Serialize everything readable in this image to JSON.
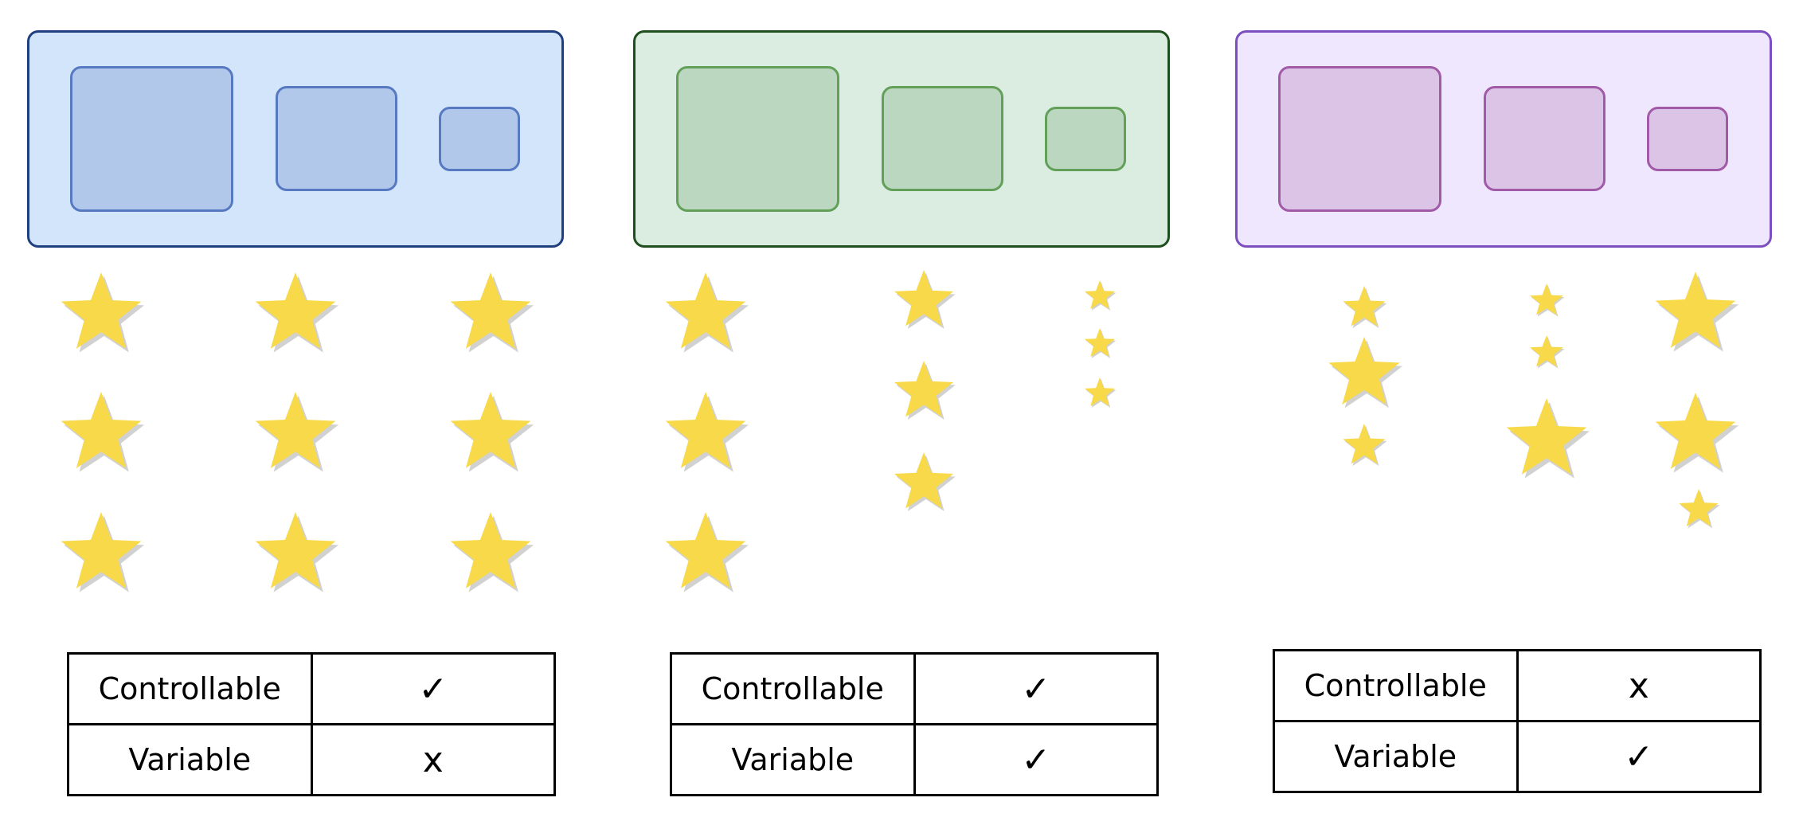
{
  "colors": {
    "star": "#f7d94a",
    "star_shadow": "rgba(0,0,0,0.18)"
  },
  "columns": [
    {
      "theme": {
        "panel_fill": "#d2e5fb",
        "panel_border": "#1f3f7f",
        "box_fill": "#b2c8ea",
        "box_border": "#5679c2"
      },
      "table": {
        "rows": [
          {
            "label": "Controllable",
            "mark": "✓",
            "mark_icon": "check-icon"
          },
          {
            "label": "Variable",
            "mark": "x",
            "mark_icon": "x-icon"
          }
        ]
      }
    },
    {
      "theme": {
        "panel_fill": "#dbede0",
        "panel_border": "#1f4f1f",
        "box_fill": "#bcd7bf",
        "box_border": "#62a05a"
      },
      "table": {
        "rows": [
          {
            "label": "Controllable",
            "mark": "✓",
            "mark_icon": "check-icon"
          },
          {
            "label": "Variable",
            "mark": "✓",
            "mark_icon": "check-icon"
          }
        ]
      }
    },
    {
      "theme": {
        "panel_fill": "#efe7fd",
        "panel_border": "#7b4fbf",
        "box_fill": "#dcc4e6",
        "box_border": "#a05aa8"
      },
      "table": {
        "rows": [
          {
            "label": "Controllable",
            "mark": "x",
            "mark_icon": "x-icon"
          },
          {
            "label": "Variable",
            "mark": "✓",
            "mark_icon": "check-icon"
          }
        ]
      }
    }
  ]
}
